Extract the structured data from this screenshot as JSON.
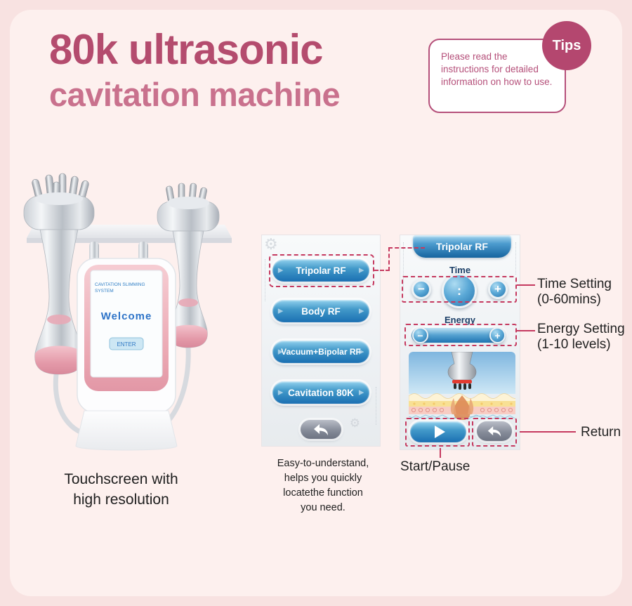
{
  "title": {
    "line1": "80k ultrasonic",
    "line2": "cavitation machine"
  },
  "tips": {
    "badge": "Tips",
    "text": "Please read the instructions for detailed information on how to use."
  },
  "machine": {
    "screen_title_line1": "CAVITATION SLIMMING",
    "screen_title_line2": "SYSTEM",
    "welcome": "Welcome",
    "enter_button": "ENTER",
    "caption_line1": "Touchscreen with",
    "caption_line2": "high resolution"
  },
  "menu_screen": {
    "buttons": [
      {
        "label": "Tripolar RF"
      },
      {
        "label": "Body RF"
      },
      {
        "label": "Vacuum+Bipolar RF"
      },
      {
        "label": "Cavitation 80K"
      }
    ],
    "caption_lines": [
      "Easy-to-understand,",
      "helps you quickly",
      "locatethe function",
      "you need."
    ]
  },
  "detail_screen": {
    "header": "Tripolar RF",
    "time_label": "Time",
    "time_display": ":",
    "energy_label": "Energy",
    "minus_glyph": "−",
    "plus_glyph": "+"
  },
  "annotations": {
    "time_line1": "Time Setting",
    "time_line2": "(0-60mins)",
    "energy_line1": "Energy Setting",
    "energy_line2": "(1-10 levels)",
    "return_label": "Return",
    "start_pause_label": "Start/Pause"
  },
  "colors": {
    "accent": "#b4476f",
    "dashed": "#c5395f",
    "button_blue": "#1a6fb2",
    "navy": "#1d4068"
  }
}
